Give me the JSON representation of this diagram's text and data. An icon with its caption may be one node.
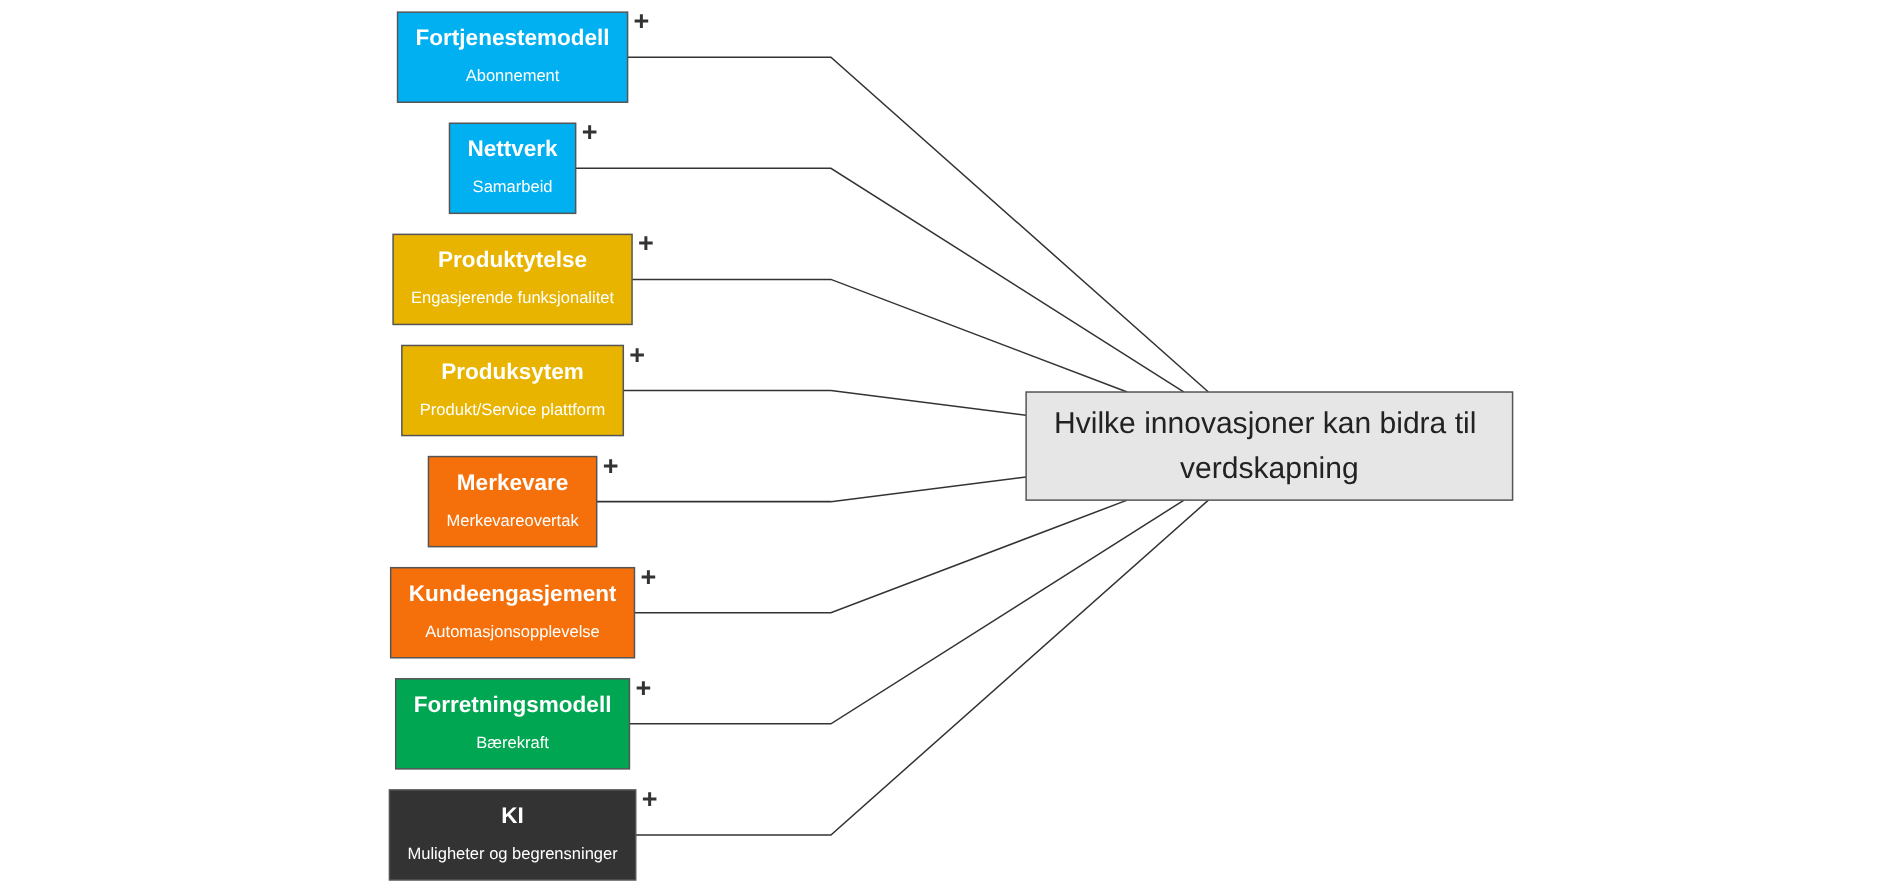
{
  "diagram": {
    "nodes": [
      {
        "text": [
          "Fortjenestemodell",
          "Abonnement"
        ],
        "beside": [
          "+"
        ]
      },
      {
        "text": [
          "Nettverk",
          "Samarbeid"
        ],
        "beside": [
          "+"
        ]
      },
      {
        "text": [
          "Produktytelse",
          "Engasjerende funksjonalitet"
        ],
        "beside": [
          "+"
        ]
      },
      {
        "text": [
          "Produksytem",
          "Produkt/Service plattform"
        ],
        "beside": [
          "+"
        ]
      },
      {
        "text": [
          "Merkevare",
          "Merkevareovertak"
        ],
        "beside": [
          "+"
        ]
      },
      {
        "text": [
          "Kundeengasjement",
          "Automasjonsopplevelse"
        ],
        "beside": [
          "+"
        ]
      },
      {
        "text": [
          "Forretningsmodell",
          "Bærekraft"
        ],
        "beside": [
          "+"
        ]
      },
      {
        "text": [
          "KI",
          "Muligheter og begrensninger"
        ],
        "beside": [
          "+"
        ]
      },
      {
        "text": [
          "Hvilke innovasjoner kan bidra til verdskapning"
        ]
      }
    ],
    "edges": [
      {
        "from": 0,
        "to": 8,
        "arrow": "none"
      },
      {
        "from": 1,
        "to": 8,
        "arrow": "none"
      },
      {
        "from": 2,
        "to": 8,
        "arrow": "none"
      },
      {
        "from": 3,
        "to": 8,
        "arrow": "none"
      },
      {
        "from": 4,
        "to": 8,
        "arrow": "none"
      },
      {
        "from": 5,
        "to": 8,
        "arrow": "none"
      },
      {
        "from": 6,
        "to": 8,
        "arrow": "none"
      },
      {
        "from": 7,
        "to": 8,
        "arrow": "none"
      }
    ]
  }
}
